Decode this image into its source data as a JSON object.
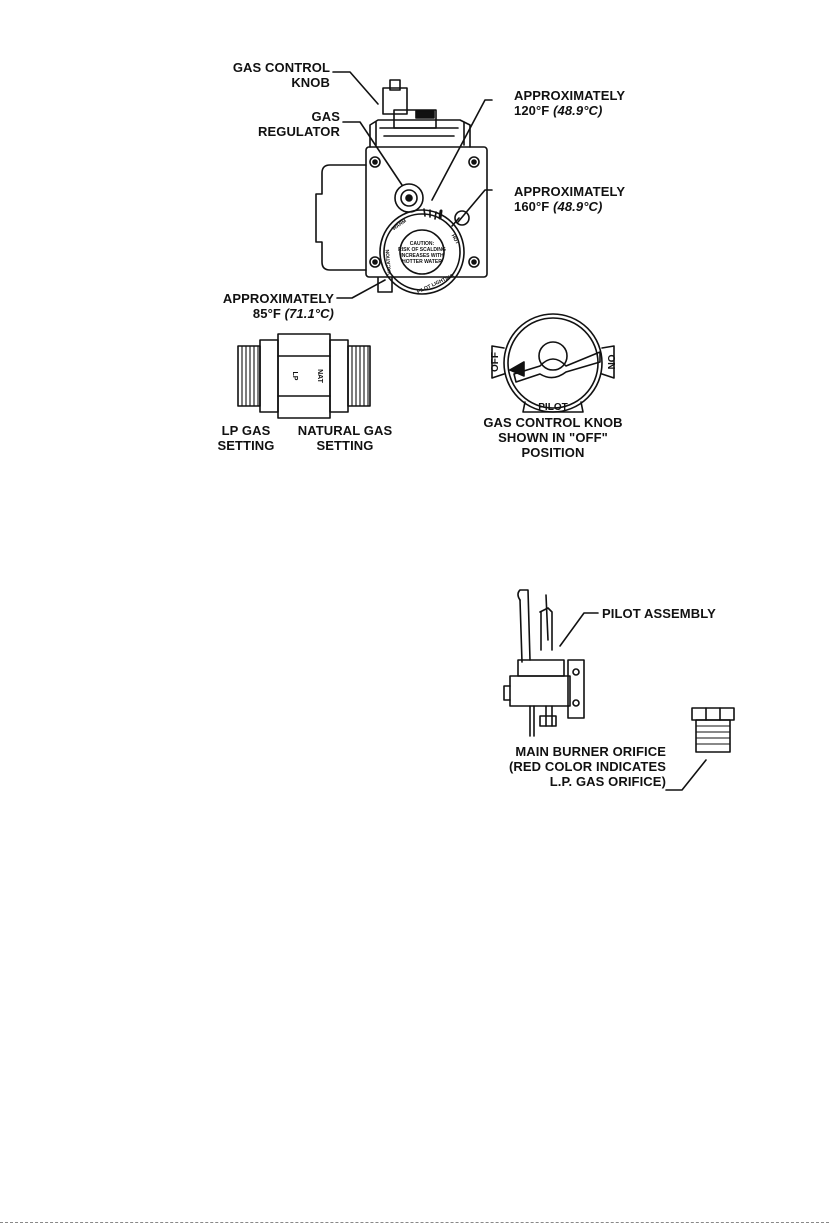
{
  "labels": {
    "gas_control_knob": [
      "GAS CONTROL",
      "KNOB"
    ],
    "gas_regulator": [
      "GAS",
      "REGULATOR"
    ],
    "approx_120": {
      "line1": "APPROXIMATELY",
      "temp": "120°F",
      "metric": "(48.9°C)"
    },
    "approx_160": {
      "line1": "APPROXIMATELY",
      "temp": "160°F",
      "metric": "(48.9°C)"
    },
    "approx_85": {
      "line1": "APPROXIMATELY",
      "temp": "85°F",
      "metric": "(71.1°C)"
    },
    "lp_gas": [
      "LP GAS",
      "SETTING"
    ],
    "natural_gas": [
      "NATURAL GAS",
      "SETTING"
    ],
    "knob_off": [
      "GAS CONTROL KNOB",
      "SHOWN IN \"OFF\"",
      "POSITION"
    ],
    "pilot_assembly": "PILOT ASSEMBLY",
    "main_burner": [
      "MAIN BURNER ORIFICE",
      "(RED COLOR INDICATES",
      "L.P. GAS ORIFICE)"
    ]
  },
  "dial_text": {
    "caution": [
      "CAUTION:",
      "RISK OF SCALDING",
      "INCREASES WITH",
      "HOTTER WATER"
    ],
    "warm": "WARM",
    "hot": "HOT",
    "vacation": "VACATION",
    "pilot_lighting": "PILOT LIGHTING",
    "knob_pilot": "PILOT"
  },
  "selector_text": {
    "lp": "LP",
    "nat": "NAT"
  },
  "knob_text": {
    "off": "OFF",
    "on": "ON",
    "pilot": "PILOT"
  }
}
